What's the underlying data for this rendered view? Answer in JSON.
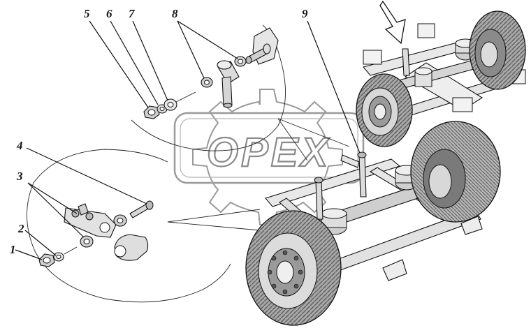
{
  "callouts": [
    {
      "id": "c1",
      "label": "1"
    },
    {
      "id": "c2",
      "label": "2"
    },
    {
      "id": "c3",
      "label": "3"
    },
    {
      "id": "c4",
      "label": "4"
    },
    {
      "id": "c5",
      "label": "5"
    },
    {
      "id": "c6",
      "label": "6"
    },
    {
      "id": "c7",
      "label": "7"
    },
    {
      "id": "c8",
      "label": "8"
    },
    {
      "id": "c9",
      "label": "9"
    }
  ],
  "watermark": {
    "text": "OPEX"
  },
  "colors": {
    "line": "#111111",
    "tyre": "#9a9a9a",
    "tyre_dark": "#6e6e6e",
    "metal": "#cfcfcf",
    "watermark": "#8a8a8a"
  }
}
